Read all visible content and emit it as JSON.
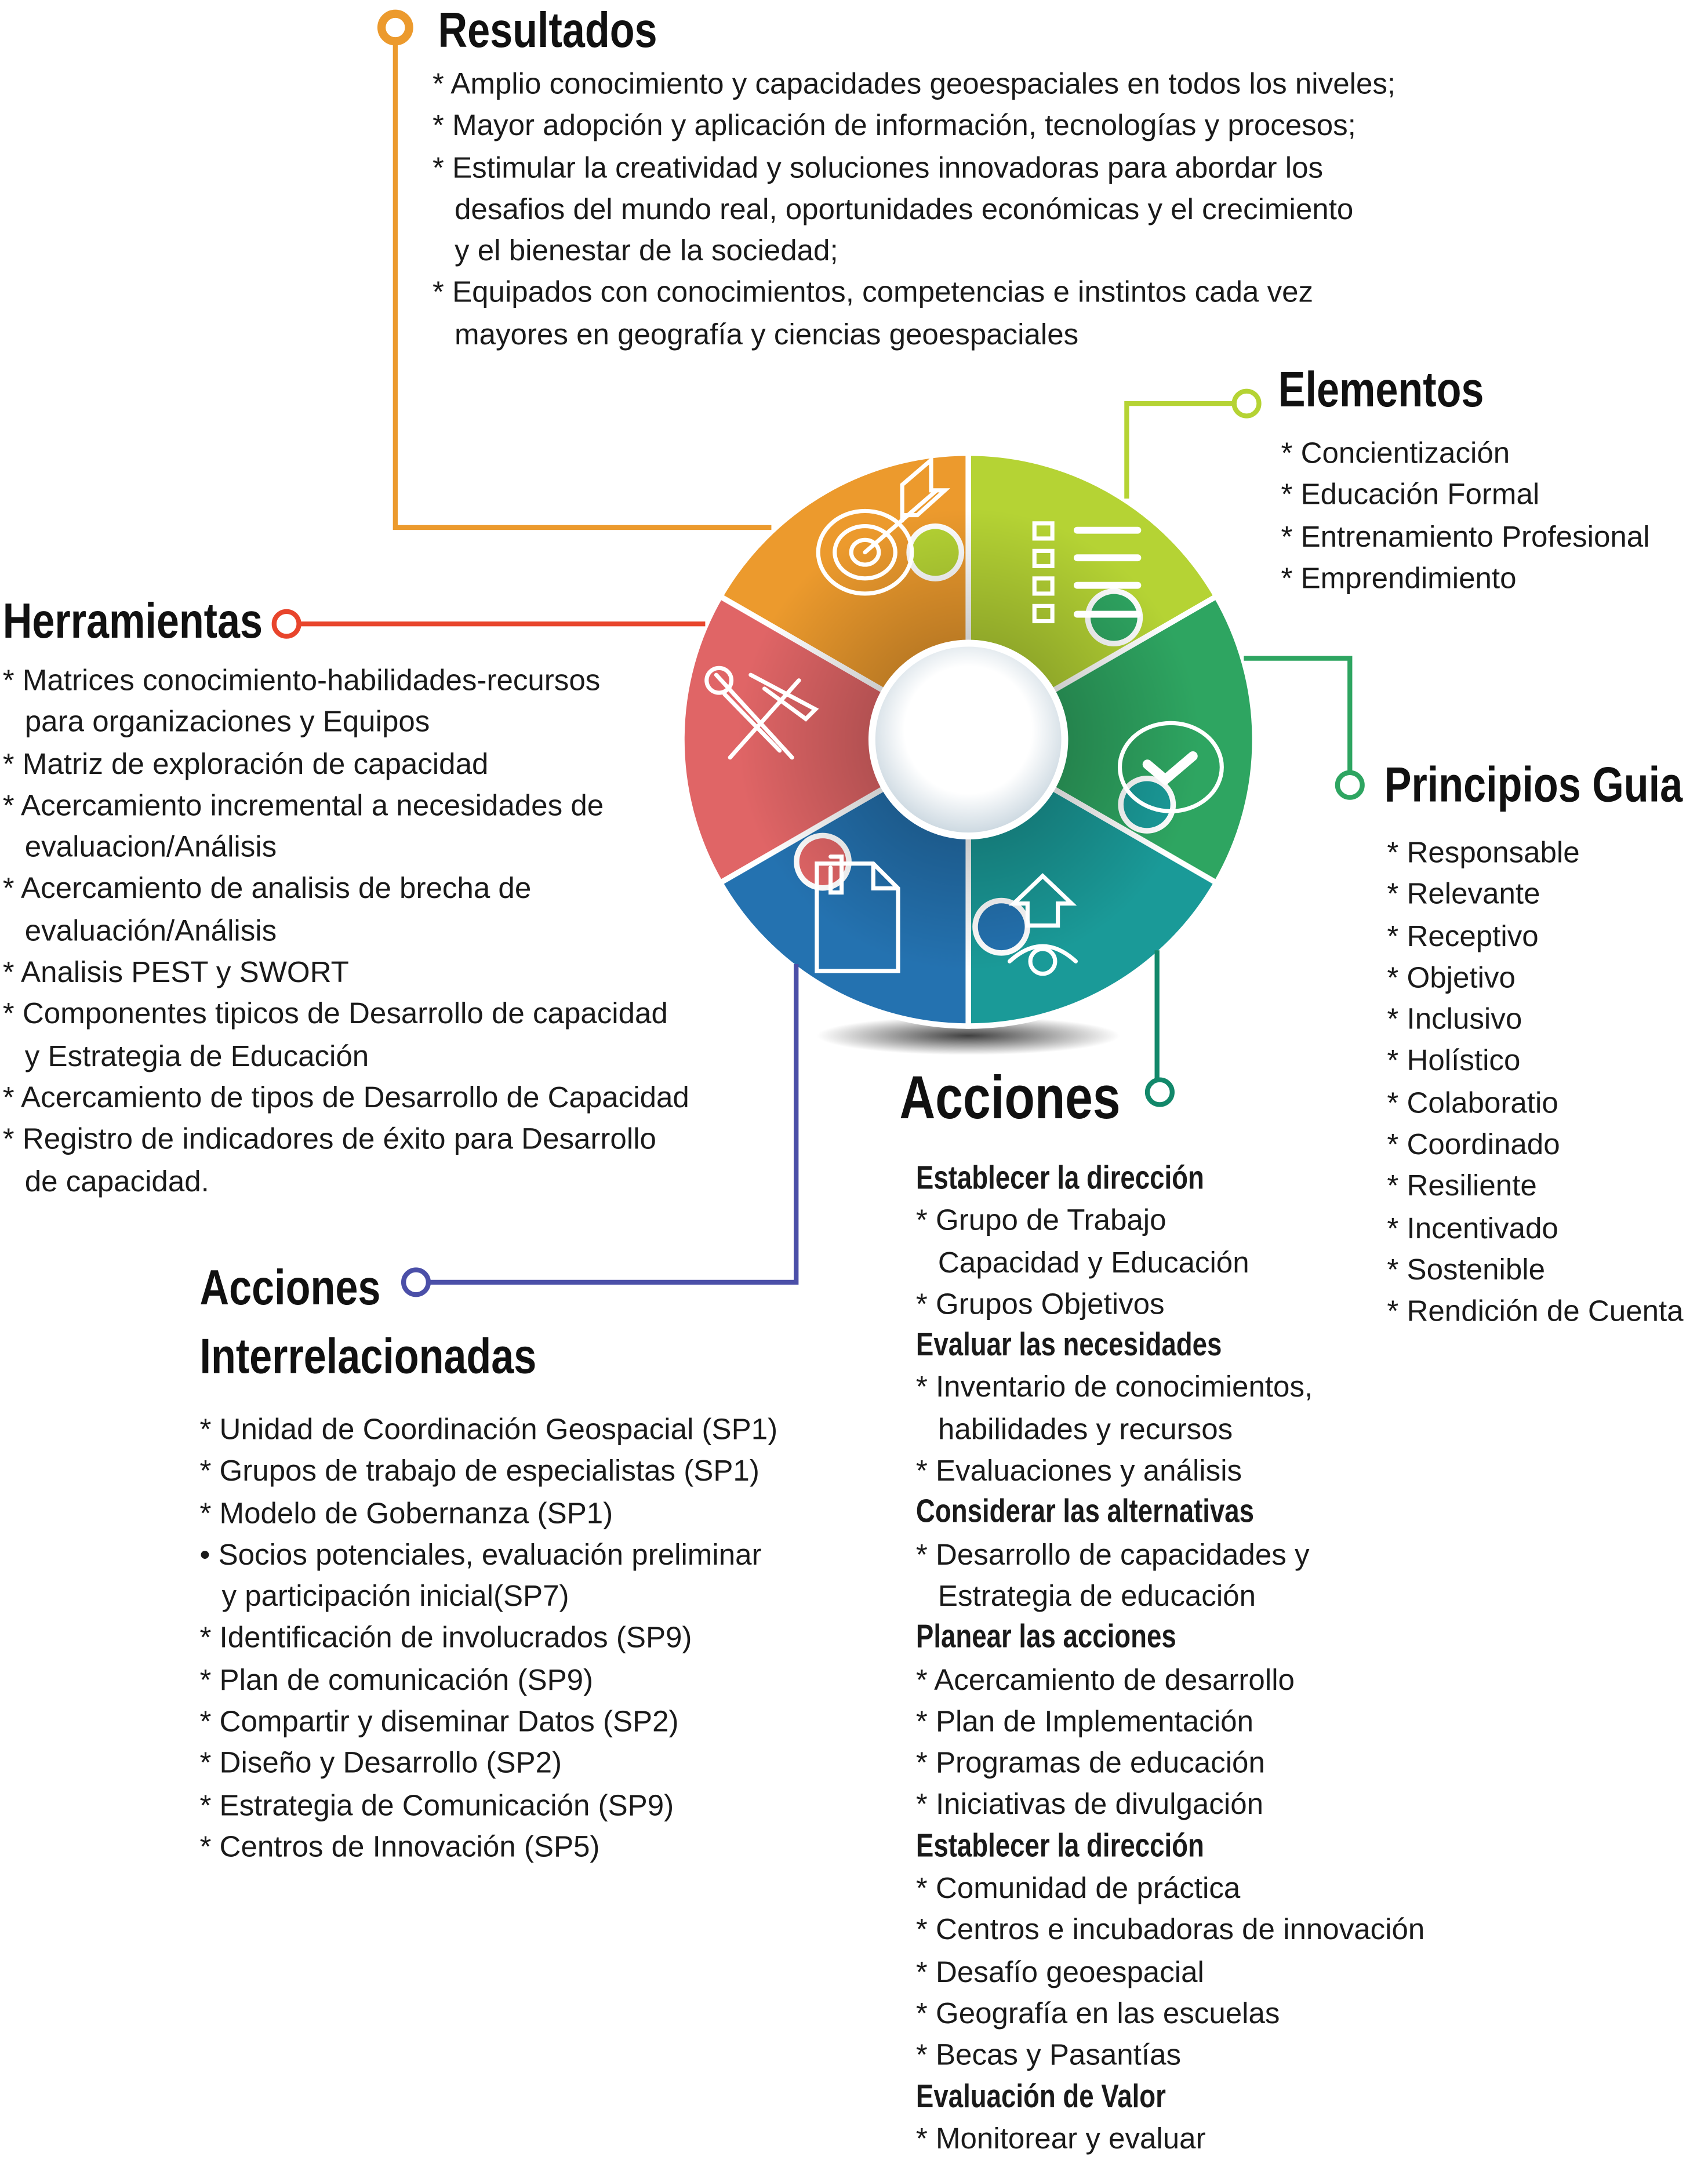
{
  "colors": {
    "orange": "#EC9A2D",
    "lime": "#B5D334",
    "green": "#2EA561",
    "teal": "#1A9A98",
    "blue": "#2472B0",
    "red": "#E06566",
    "navy": "#4B4FA8",
    "connector_teal": "#12886A"
  },
  "resultados": {
    "title": "Resultados",
    "items": [
      [
        "* Amplio conocimiento y capacidades geoespaciales en todos los niveles;"
      ],
      [
        "* Mayor adopción y aplicación de información, tecnologías y procesos;"
      ],
      [
        "* Estimular la creatividad y soluciones innovadoras para abordar los",
        "desafios del mundo real, oportunidades económicas y el crecimiento",
        "y el bienestar de la sociedad;"
      ],
      [
        "* Equipados con conocimientos, competencias e instintos cada vez",
        "mayores en geografía y ciencias geoespaciales"
      ]
    ]
  },
  "elementos": {
    "title": "Elementos",
    "items": [
      [
        "* Concientización"
      ],
      [
        "* Educación Formal"
      ],
      [
        "* Entrenamiento Profesional"
      ],
      [
        "* Emprendimiento"
      ]
    ]
  },
  "herramientas": {
    "title": "Herramientas",
    "items": [
      [
        "* Matrices conocimiento-habilidades-recursos",
        "para organizaciones y Equipos"
      ],
      [
        "* Matriz de exploración de capacidad"
      ],
      [
        "* Acercamiento incremental a necesidades de",
        "evaluacion/Análisis"
      ],
      [
        "* Acercamiento de analisis de brecha de",
        "evaluación/Análisis"
      ],
      [
        "* Analisis PEST y SWORT"
      ],
      [
        "* Componentes tipicos de Desarrollo de capacidad",
        "y Estrategia de Educación"
      ],
      [
        "* Acercamiento de tipos de Desarrollo de Capacidad"
      ],
      [
        "* Registro de indicadores de éxito para Desarrollo",
        "de capacidad."
      ]
    ]
  },
  "principios": {
    "title": "Principios Guia",
    "items": [
      [
        "* Responsable"
      ],
      [
        "* Relevante"
      ],
      [
        "* Receptivo"
      ],
      [
        "* Objetivo"
      ],
      [
        "* Inclusivo"
      ],
      [
        "* Holístico"
      ],
      [
        "* Colaboratio"
      ],
      [
        "* Coordinado"
      ],
      [
        "* Resiliente"
      ],
      [
        "* Incentivado"
      ],
      [
        "* Sostenible"
      ],
      [
        "* Rendición de Cuenta"
      ]
    ]
  },
  "acciones": {
    "title": "Acciones",
    "sections": [
      {
        "heading": "Establecer la dirección",
        "items": [
          [
            "* Grupo de Trabajo",
            "Capacidad y Educación"
          ],
          [
            "* Grupos Objetivos"
          ]
        ]
      },
      {
        "heading": "Evaluar las necesidades",
        "items": [
          [
            "* Inventario de conocimientos,",
            "habilidades y recursos"
          ],
          [
            "* Evaluaciones y análisis"
          ]
        ]
      },
      {
        "heading": "Considerar las alternativas",
        "items": [
          [
            "* Desarrollo de capacidades y",
            "Estrategia de educación"
          ]
        ]
      },
      {
        "heading": "Planear las acciones",
        "items": [
          [
            "* Acercamiento de desarrollo"
          ],
          [
            "* Plan de Implementación"
          ],
          [
            "* Programas de educación"
          ],
          [
            "* Iniciativas de divulgación"
          ]
        ]
      },
      {
        "heading": "Establecer la dirección",
        "items": [
          [
            "* Comunidad de práctica"
          ],
          [
            "* Centros e incubadoras de innovación"
          ],
          [
            "* Desafío geoespacial"
          ],
          [
            "* Geografía en las escuelas"
          ],
          [
            "* Becas y Pasantías"
          ]
        ]
      },
      {
        "heading": "Evaluación de Valor",
        "items": [
          [
            "* Monitorear y evaluar"
          ]
        ]
      }
    ]
  },
  "interrelacionadas": {
    "title_line1": "Acciones",
    "title_line2": "Interrelacionadas",
    "items": [
      [
        "* Unidad de Coordinación Geospacial (SP1)"
      ],
      [
        "* Grupos de trabajo de especialistas (SP1)"
      ],
      [
        "* Modelo de Gobernanza (SP1)"
      ],
      [
        "•  Socios potenciales, evaluación preliminar",
        "y participación inicial(SP7)"
      ],
      [
        "* Identificación de involucrados (SP9)"
      ],
      [
        "* Plan de comunicación (SP9)"
      ],
      [
        "* Compartir y diseminar Datos (SP2)"
      ],
      [
        "* Diseño y Desarrollo (SP2)"
      ],
      [
        "* Estrategia de Comunicación (SP9)"
      ],
      [
        "* Centros de Innovación (SP5)"
      ]
    ]
  }
}
